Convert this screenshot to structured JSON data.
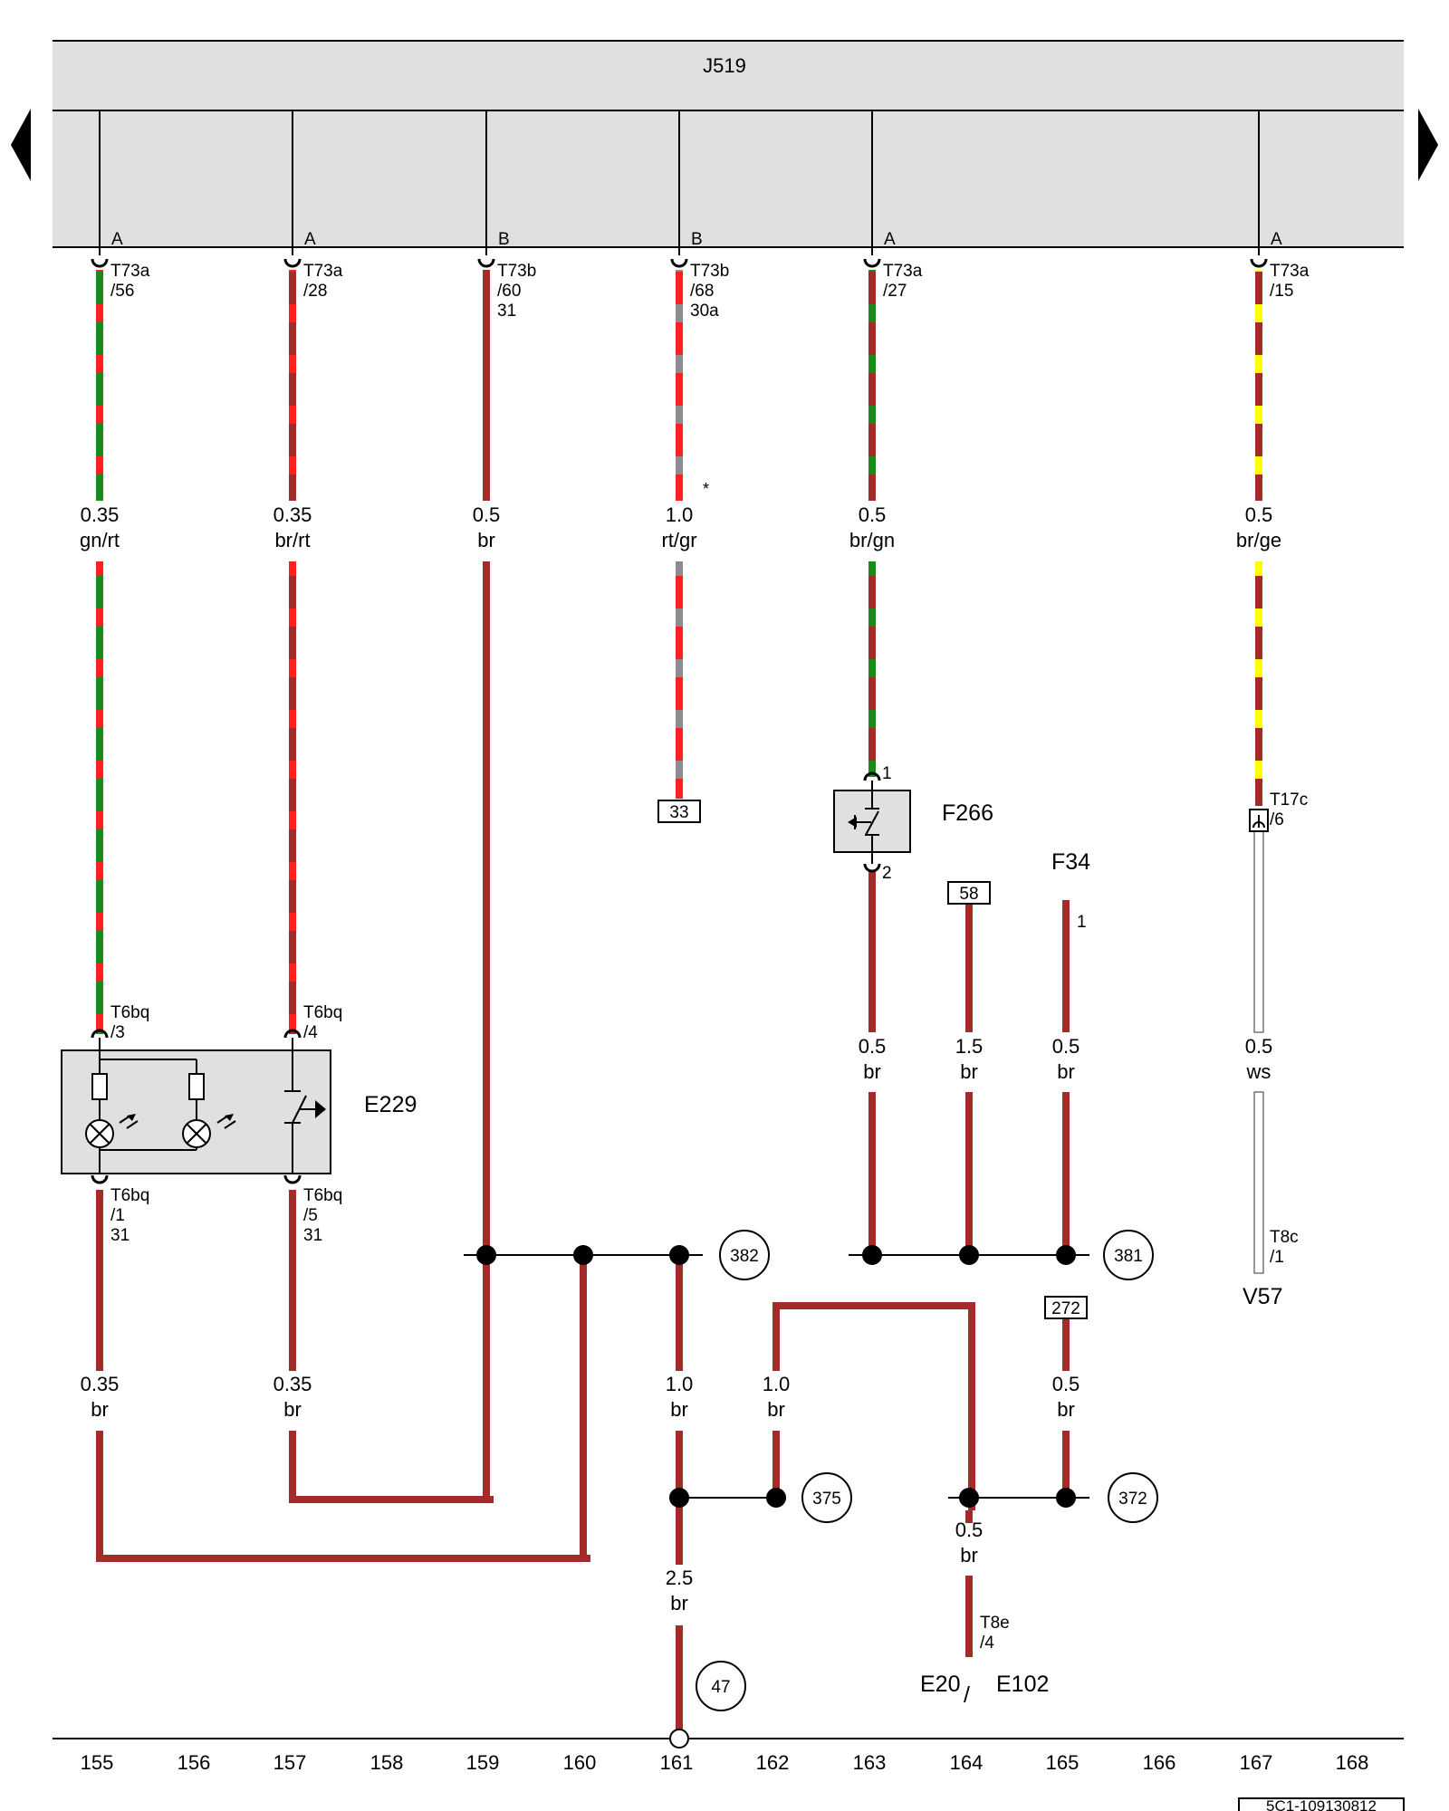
{
  "header": {
    "component": "J519"
  },
  "connectors_top": [
    {
      "letter": "A",
      "conn": "T73a",
      "pin": "/56",
      "term": ""
    },
    {
      "letter": "A",
      "conn": "T73a",
      "pin": "/28",
      "term": ""
    },
    {
      "letter": "B",
      "conn": "T73b",
      "pin": "/60",
      "term": "31"
    },
    {
      "letter": "B",
      "conn": "T73b",
      "pin": "/68",
      "term": "30a"
    },
    {
      "letter": "A",
      "conn": "T73a",
      "pin": "/27",
      "term": ""
    },
    {
      "letter": "A",
      "conn": "T73a",
      "pin": "/15",
      "term": ""
    }
  ],
  "wire_labels": {
    "w155_top": {
      "size": "0.35",
      "color": "gn/rt"
    },
    "w157_top": {
      "size": "0.35",
      "color": "br/rt"
    },
    "w159_top": {
      "size": "0.5",
      "color": "br"
    },
    "w161_top": {
      "size": "1.0",
      "color": "rt/gr"
    },
    "w163_top": {
      "size": "0.5",
      "color": "br/gn"
    },
    "w167_top": {
      "size": "0.5",
      "color": "br/ge"
    },
    "w163_mid": {
      "size": "0.5",
      "color": "br"
    },
    "w164_mid": {
      "size": "1.5",
      "color": "br"
    },
    "w165_mid": {
      "size": "0.5",
      "color": "br"
    },
    "w167_mid": {
      "size": "0.5",
      "color": "ws"
    },
    "w155_low": {
      "size": "0.35",
      "color": "br"
    },
    "w157_low": {
      "size": "0.35",
      "color": "br"
    },
    "w161_low": {
      "size": "1.0",
      "color": "br"
    },
    "w162_low": {
      "size": "1.0",
      "color": "br"
    },
    "w165_low": {
      "size": "0.5",
      "color": "br"
    },
    "w164_bot": {
      "size": "0.5",
      "color": "br"
    },
    "w161_bot": {
      "size": "2.5",
      "color": "br"
    }
  },
  "asterisk": "*",
  "components": {
    "e229": "E229",
    "f266": "F266",
    "f34": "F34",
    "v57": "V57",
    "e20": "E20",
    "slash": "/",
    "e102": "E102"
  },
  "pin_labels": {
    "e229_t3": {
      "conn": "T6bq",
      "pin": "/3"
    },
    "e229_t4": {
      "conn": "T6bq",
      "pin": "/4"
    },
    "e229_b1": {
      "conn": "T6bq",
      "pin": "/1",
      "term": "31"
    },
    "e229_b5": {
      "conn": "T6bq",
      "pin": "/5",
      "term": "31"
    },
    "f266_1": "1",
    "f266_2": "2",
    "f34_1": "1",
    "t17c": {
      "conn": "T17c",
      "pin": "/6"
    },
    "t8c": {
      "conn": "T8c",
      "pin": "/1"
    },
    "t8e": {
      "conn": "T8e",
      "pin": "/4"
    }
  },
  "refs": {
    "r33": "33",
    "r58": "58",
    "r272": "272"
  },
  "grounds": {
    "g382": "382",
    "g381": "381",
    "g375": "375",
    "g372": "372",
    "g47": "47"
  },
  "footer": {
    "columns": [
      "155",
      "156",
      "157",
      "158",
      "159",
      "160",
      "161",
      "162",
      "163",
      "164",
      "165",
      "166",
      "167",
      "168"
    ],
    "code": "5C1-109130812"
  },
  "colors": {
    "brown": "#a52a2a",
    "red": "#ff2020",
    "green": "#1a8a1a",
    "grey": "#8c8c8c",
    "yellow": "#ffff00",
    "panel": "#e0e0e0"
  }
}
